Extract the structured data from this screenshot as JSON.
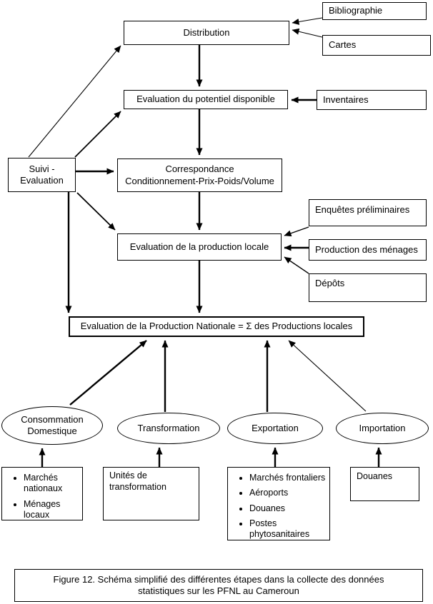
{
  "diagram": {
    "nodes": {
      "bibliographie": {
        "label": "Bibliographie"
      },
      "cartes": {
        "label": "Cartes"
      },
      "distribution": {
        "label": "Distribution"
      },
      "inventaires": {
        "label": "Inventaires"
      },
      "potentiel": {
        "label": "Evaluation du potentiel disponible"
      },
      "suivi": {
        "line1": "Suivi -",
        "line2": "Evaluation"
      },
      "correspondance": {
        "line1": "Correspondance",
        "line2": "Conditionnement-Prix-Poids/Volume"
      },
      "enquetes": {
        "label": "Enquêtes préliminaires"
      },
      "production_menages": {
        "label": "Production des ménages"
      },
      "depots": {
        "label": "Dépôts"
      },
      "production_locale": {
        "label": "Evaluation de la production locale"
      },
      "production_nationale": {
        "label": "Evaluation de la Production Nationale = Σ des Productions locales"
      },
      "consommation": {
        "line1": "Consommation",
        "line2": "Domestique"
      },
      "transformation": {
        "label": "Transformation"
      },
      "exportation": {
        "label": "Exportation"
      },
      "importation": {
        "label": "Importation"
      },
      "sources_consommation": {
        "items": [
          "Marchés nationaux",
          "Ménages locaux"
        ]
      },
      "sources_transformation": {
        "label": "Unités de transformation"
      },
      "sources_exportation": {
        "items": [
          "Marchés frontaliers",
          "Aéroports",
          "Douanes",
          "Postes phytosanitaires"
        ]
      },
      "sources_importation": {
        "label": "Douanes"
      }
    },
    "caption": {
      "line1": "Figure 12. Schéma simplifié des différentes étapes dans la collecte des données",
      "line2": "statistiques sur les PFNL au Cameroun"
    },
    "colors": {
      "background": "#ffffff",
      "line": "#000000",
      "box_border": "#000000"
    }
  }
}
